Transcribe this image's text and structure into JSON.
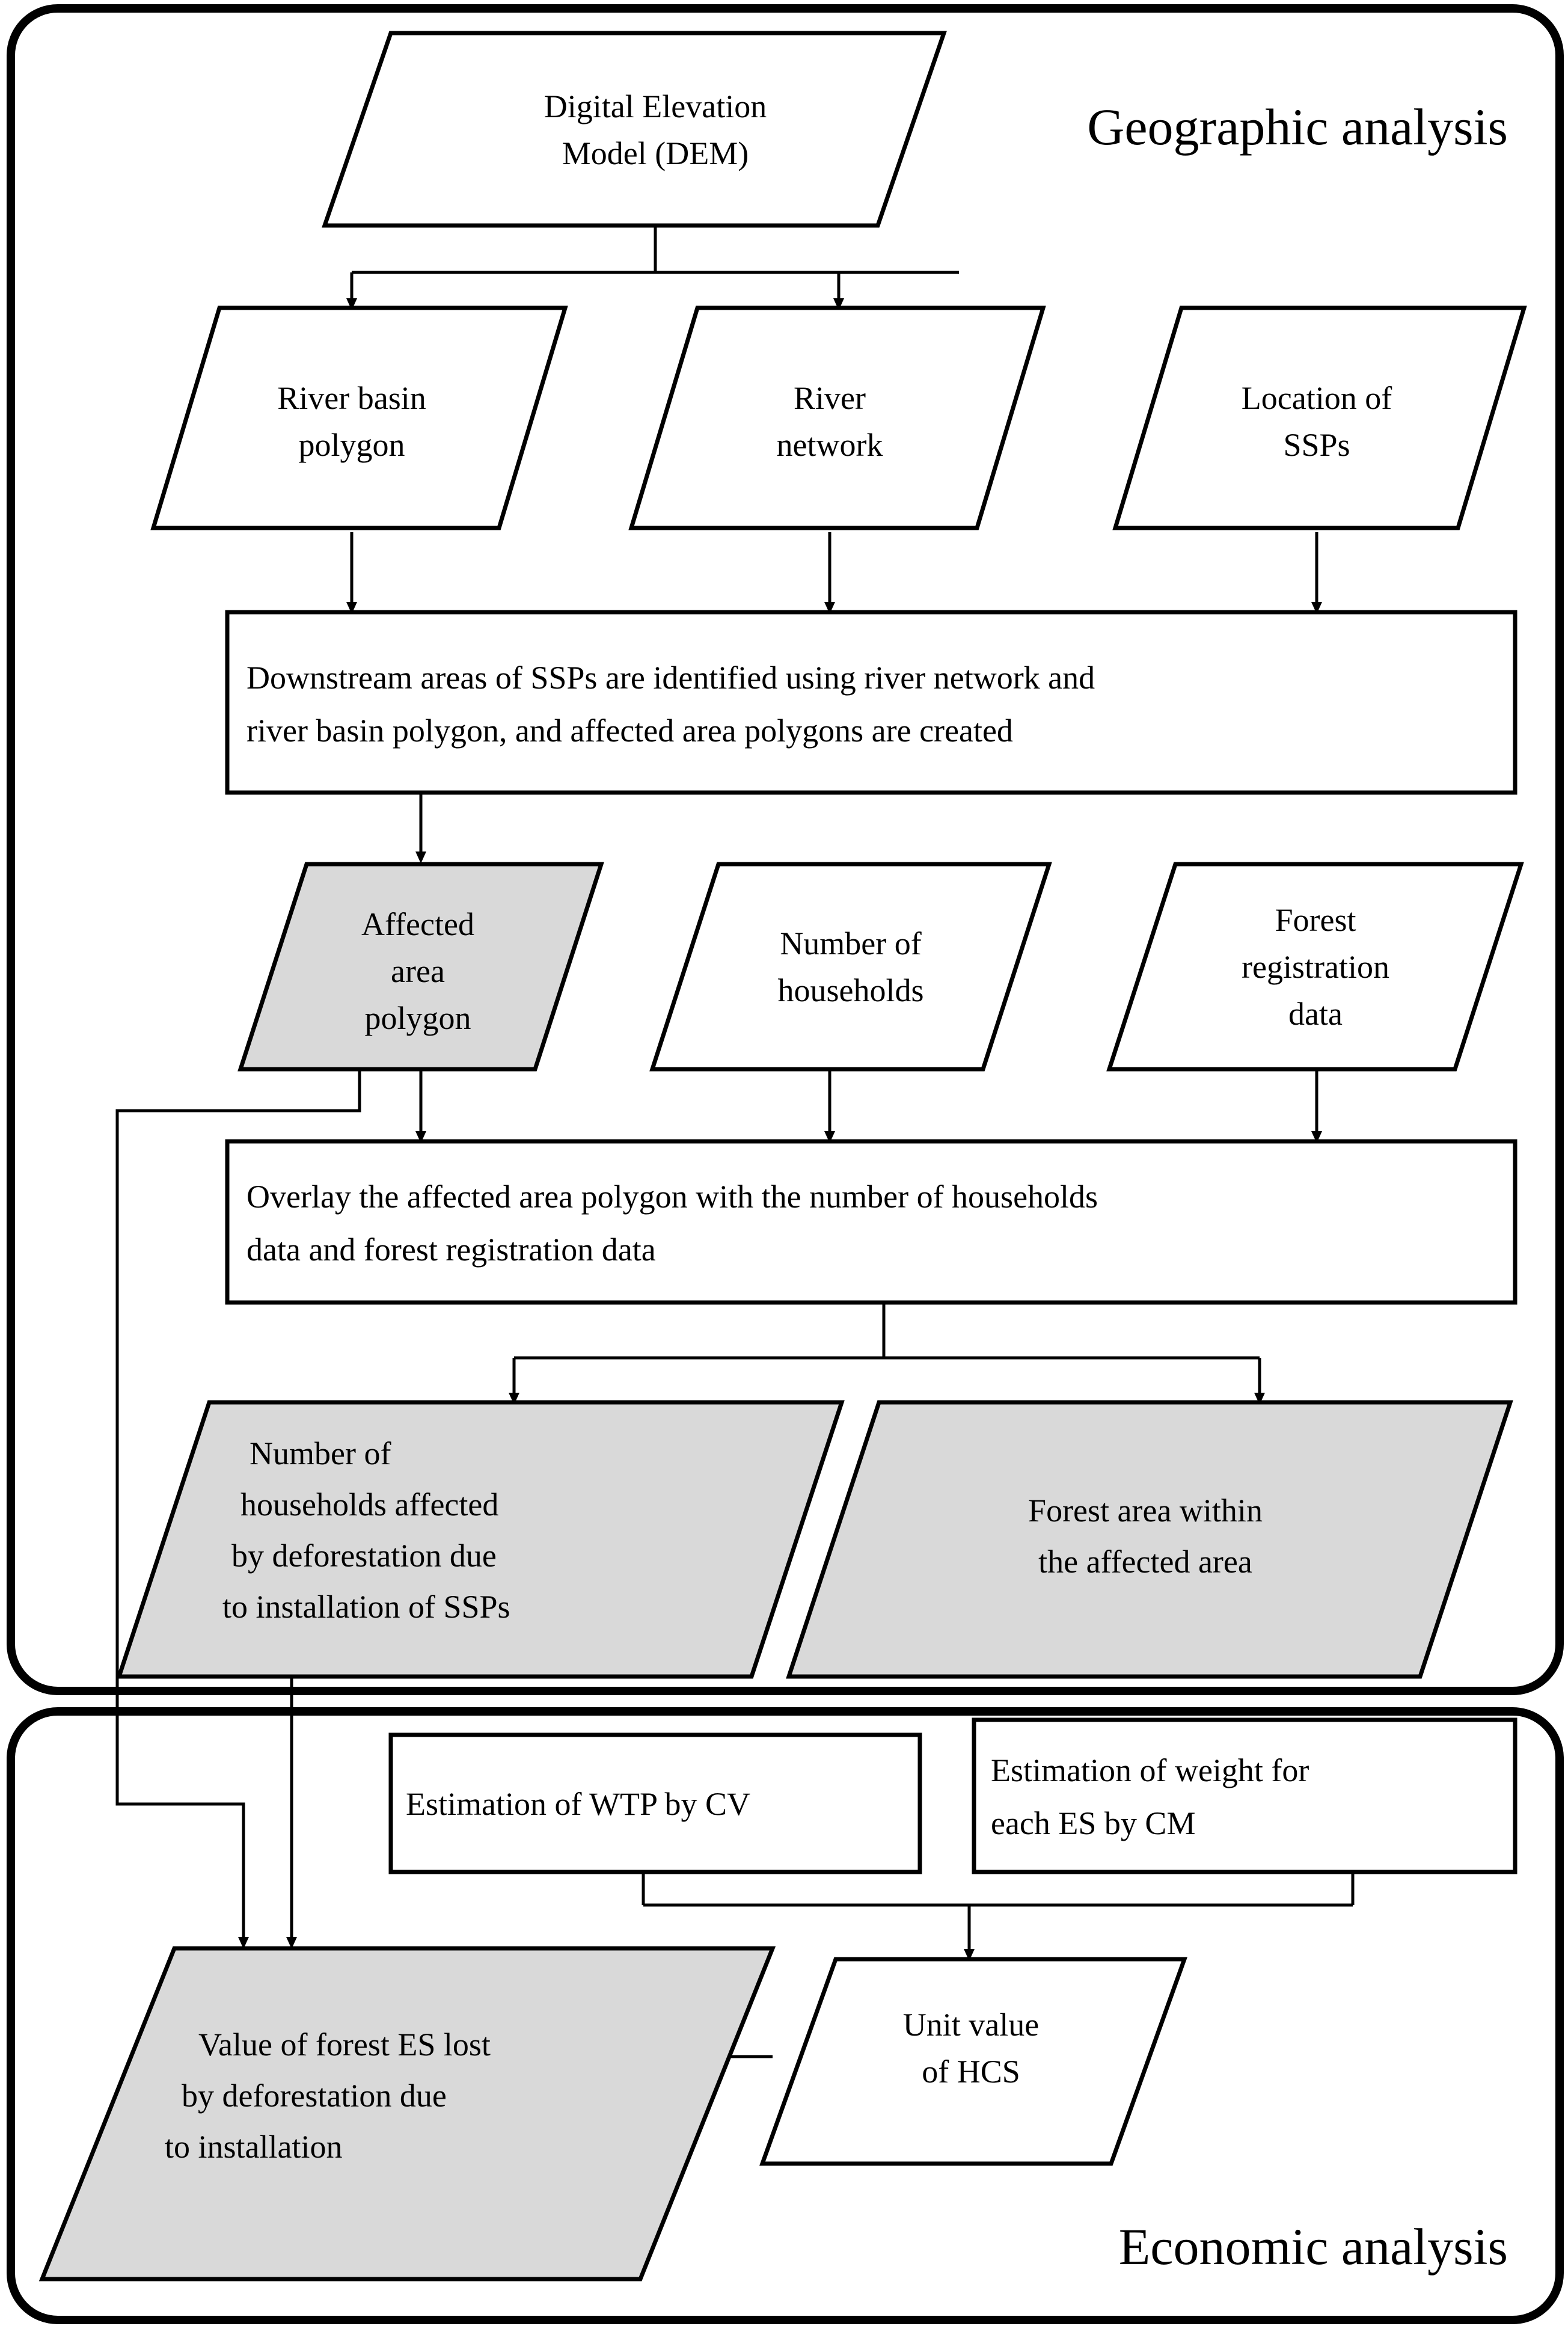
{
  "diagram": {
    "type": "flowchart",
    "title": "",
    "sections": [
      {
        "id": "geographic",
        "label": "Geographic analysis"
      },
      {
        "id": "economic",
        "label": "Economic analysis"
      }
    ],
    "colors": {
      "background": "#ffffff",
      "line": "#000000",
      "node_fill_default": "#ffffff",
      "node_fill_highlight": "#d9d9d9"
    },
    "nodes": [
      {
        "id": "dem",
        "shape": "parallelogram",
        "fill": "#ffffff",
        "section": "geographic",
        "lines": [
          "Digital Elevation",
          "Model (DEM)"
        ]
      },
      {
        "id": "river_basin",
        "shape": "parallelogram",
        "fill": "#ffffff",
        "section": "geographic",
        "lines": [
          "River basin",
          "polygon"
        ]
      },
      {
        "id": "river_network",
        "shape": "parallelogram",
        "fill": "#ffffff",
        "section": "geographic",
        "lines": [
          "River",
          "network"
        ]
      },
      {
        "id": "ssp_location",
        "shape": "parallelogram",
        "fill": "#ffffff",
        "section": "geographic",
        "lines": [
          "Location of",
          "SSPs"
        ]
      },
      {
        "id": "downstream_proc",
        "shape": "rectangle",
        "fill": "#ffffff",
        "section": "geographic",
        "lines": [
          "Downstream areas of SSPs are identified using river network and",
          "river basin polygon, and affected area polygons are created"
        ]
      },
      {
        "id": "affected_poly",
        "shape": "parallelogram",
        "fill": "#d9d9d9",
        "section": "geographic",
        "lines": [
          "Affected",
          "area",
          "polygon"
        ]
      },
      {
        "id": "households",
        "shape": "parallelogram",
        "fill": "#ffffff",
        "section": "geographic",
        "lines": [
          "Number of",
          "households"
        ]
      },
      {
        "id": "forest_reg",
        "shape": "parallelogram",
        "fill": "#ffffff",
        "section": "geographic",
        "lines": [
          "Forest",
          "registration",
          "data"
        ]
      },
      {
        "id": "overlay_proc",
        "shape": "rectangle",
        "fill": "#ffffff",
        "section": "geographic",
        "lines": [
          "Overlay the affected area polygon with the number of households",
          "data and forest registration data"
        ]
      },
      {
        "id": "hh_affected",
        "shape": "parallelogram",
        "fill": "#d9d9d9",
        "section": "geographic",
        "lines": [
          "Number of",
          "households affected",
          "by deforestation due",
          "to installation of SSPs"
        ]
      },
      {
        "id": "forest_area",
        "shape": "parallelogram",
        "fill": "#d9d9d9",
        "section": "geographic",
        "lines": [
          "Forest area within",
          "the affected area"
        ]
      },
      {
        "id": "wtp_cv",
        "shape": "rectangle",
        "fill": "#ffffff",
        "section": "economic",
        "lines": [
          "Estimation of WTP by CV"
        ]
      },
      {
        "id": "weight_cm",
        "shape": "rectangle",
        "fill": "#ffffff",
        "section": "economic",
        "lines": [
          "Estimation of weight for",
          "each ES by CM"
        ]
      },
      {
        "id": "unit_hcs",
        "shape": "parallelogram",
        "fill": "#ffffff",
        "section": "economic",
        "lines": [
          "Unit value",
          "of HCS"
        ]
      },
      {
        "id": "value_lost",
        "shape": "parallelogram",
        "fill": "#d9d9d9",
        "section": "economic",
        "lines": [
          "Value of forest ES lost",
          "by deforestation  due",
          "to installation"
        ]
      }
    ],
    "edges": [
      {
        "from": "dem",
        "to": "river_basin"
      },
      {
        "from": "dem",
        "to": "river_network"
      },
      {
        "from": "river_basin",
        "to": "downstream_proc"
      },
      {
        "from": "river_network",
        "to": "downstream_proc"
      },
      {
        "from": "ssp_location",
        "to": "downstream_proc"
      },
      {
        "from": "downstream_proc",
        "to": "affected_poly"
      },
      {
        "from": "affected_poly",
        "to": "overlay_proc"
      },
      {
        "from": "households",
        "to": "overlay_proc"
      },
      {
        "from": "forest_reg",
        "to": "overlay_proc"
      },
      {
        "from": "overlay_proc",
        "to": "hh_affected"
      },
      {
        "from": "overlay_proc",
        "to": "forest_area"
      },
      {
        "from": "affected_poly",
        "to": "value_lost"
      },
      {
        "from": "hh_affected",
        "to": "value_lost"
      },
      {
        "from": "wtp_cv",
        "to": "unit_hcs"
      },
      {
        "from": "weight_cm",
        "to": "unit_hcs"
      },
      {
        "from": "unit_hcs",
        "to": "value_lost"
      }
    ]
  }
}
